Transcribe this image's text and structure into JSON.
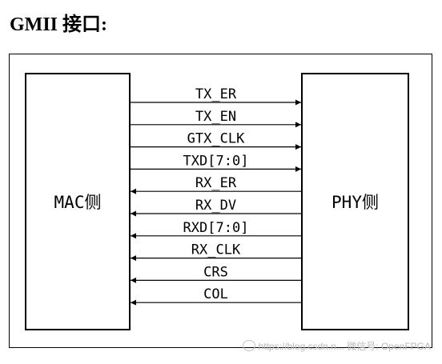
{
  "title": "GMII 接口:",
  "mac_label": "MAC侧",
  "phy_label": "PHY侧",
  "signals": [
    {
      "name": "TX_ER",
      "direction": "to-phy"
    },
    {
      "name": "TX_EN",
      "direction": "to-phy"
    },
    {
      "name": "GTX_CLK",
      "direction": "to-phy"
    },
    {
      "name": "TXD[7:0]",
      "direction": "to-phy"
    },
    {
      "name": "RX_ER",
      "direction": "to-mac"
    },
    {
      "name": "RX_DV",
      "direction": "to-mac"
    },
    {
      "name": "RXD[7:0]",
      "direction": "to-mac"
    },
    {
      "name": "RX_CLK",
      "direction": "to-mac"
    },
    {
      "name": "CRS",
      "direction": "to-mac"
    },
    {
      "name": "COL",
      "direction": "to-mac"
    }
  ],
  "watermark": "https://blog.csdn.n... 微信号: OpenFPGA"
}
